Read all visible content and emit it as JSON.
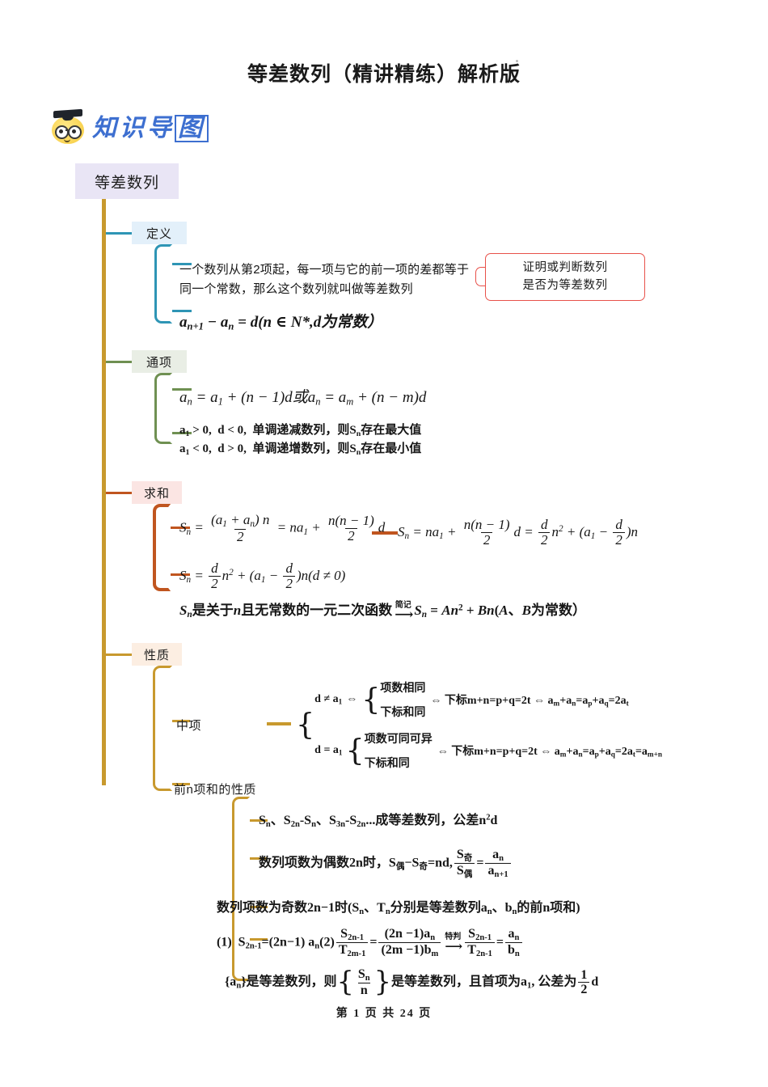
{
  "document": {
    "title": "等差数列（精讲精练）解析版",
    "footer": "第 1 页 共 24 页"
  },
  "banner": {
    "label_1": "知识",
    "label_2": "导",
    "label_3": "图",
    "icon": "graduate-emoji-icon"
  },
  "mindmap": {
    "root": "等差数列",
    "colors": {
      "root_bg": "#e9e5f5",
      "definition_bg": "#e3f0fa",
      "definition_line": "#2e95b5",
      "term_bg": "#e9eee5",
      "term_line": "#6f9052",
      "sum_bg": "#fbe5e3",
      "sum_line": "#c0551f",
      "property_bg": "#fceee2",
      "property_line": "#c8992e",
      "trunk": "#c8992e",
      "callout_border": "#e8514a",
      "banner_text": "#3d6fd0"
    },
    "definition": {
      "label": "定义",
      "text": "一个数列从第2项起，每一项与它的前一项的差都等于同一个常数，那么这个数列就叫做等差数列",
      "formula_plain": "a(n+1) − a(n) = d ( n ∈ N*, d 为常数 )",
      "callout": {
        "line1": "证明或判断数列",
        "line2": "是否为等差数列"
      }
    },
    "general_term": {
      "label": "通项",
      "formula_plain": "a(n) = a(1) + (n−1)d 或 a(n) = a(m) + (n−m)d",
      "note_line1": "a₁ > 0, d < 0, 单调递减数列, 则Sₙ存在最大值",
      "note_line2": "a₁ < 0, d > 0, 单调递增数列, 则Sₙ存在最小值"
    },
    "summation": {
      "label": "求和",
      "formula1_plain": "Sₙ = (a₁+aₙ)n/2 = na₁ + n(n−1)/2 · d",
      "formula2_plain": "Sₙ = na₁ + n(n−1)/2 · d = d/2 · n² + (a₁ − d/2)n",
      "formula3_plain": "Sₙ = d/2 · n² + (a₁ − d/2)n (d ≠ 0)",
      "formula4_prefix": "Sₙ是关于n且无常数的一元二次函数",
      "formula4_arrow_label": "简记",
      "formula4_suffix_plain": "Sₙ = An² + Bn(A、B为常数)"
    },
    "properties": {
      "label": "性质",
      "middle_term": {
        "label": "中项",
        "case1_condition": "d ≠ a₁",
        "case1_item1": "项数相同",
        "case1_item2": "下标和同",
        "case1_result": "⇔ 下标m+n=p+q=2t ⇔ aₘ+aₙ=aₚ+a_q=2a_t",
        "case2_condition": "d = a₁",
        "case2_item1": "项数可同可异",
        "case2_item2": "下标和同",
        "case2_result": "⇔ 下标m+n=p+q=2t ⇔ aₘ+aₙ=aₚ+a_q=2a_t=a(m+n)"
      },
      "sum_properties": {
        "label": "前n项和的性质",
        "item1_plain": "Sₙ、S₂ₙ-Sₙ、S₃ₙ-S₂ₙ...成等差数列，公差n²d",
        "item2_plain": "数列项数为偶数2n时，S偶−S奇=nd, S奇/S偶 = aₙ/a(n+1)",
        "item3_plain": "数列项数为奇数2n−1时(Sₙ、Tₙ分别是等差数列aₙ、bₙ的前n项和)",
        "item4_plain": "(1) S(2n-1)=(2n−1)aₙ (2) S(2n-1)/T(2m-1) = (2n−1)aₙ/(2m−1)bₘ →特判→ S(2n-1)/T(2n-1) = aₙ/bₙ",
        "item4_arrow_label": "特判",
        "item5_plain": "{aₙ}是等差数列，则{Sₙ/n}是等差数列，且首项为a₁, 公差为 1/2 d"
      }
    }
  }
}
